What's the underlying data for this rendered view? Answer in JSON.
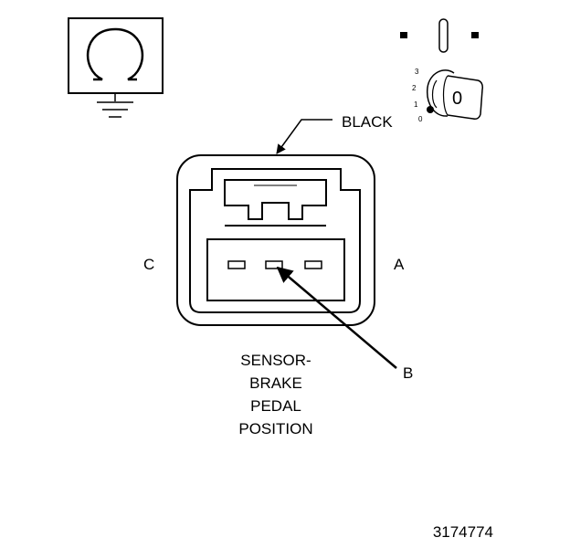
{
  "labels": {
    "wire_color": "BLACK",
    "terminal_a": "A",
    "terminal_b": "B",
    "terminal_c": "C",
    "component_name_lines": [
      "SENSOR-",
      "BRAKE",
      "PEDAL",
      "POSITION"
    ],
    "figure_number": "3174774"
  },
  "ignition_key": {
    "positions": [
      "3",
      "2",
      "1",
      "0"
    ],
    "key_label": "0"
  },
  "icons": {
    "ohmmeter": "ohm-symbol-icon",
    "ground": "ground-icon",
    "ignition_key": "ignition-key-icon",
    "ignition_switch_indicator": "key-slot-icon"
  },
  "colors": {
    "line": "#000000",
    "background": "#ffffff"
  }
}
